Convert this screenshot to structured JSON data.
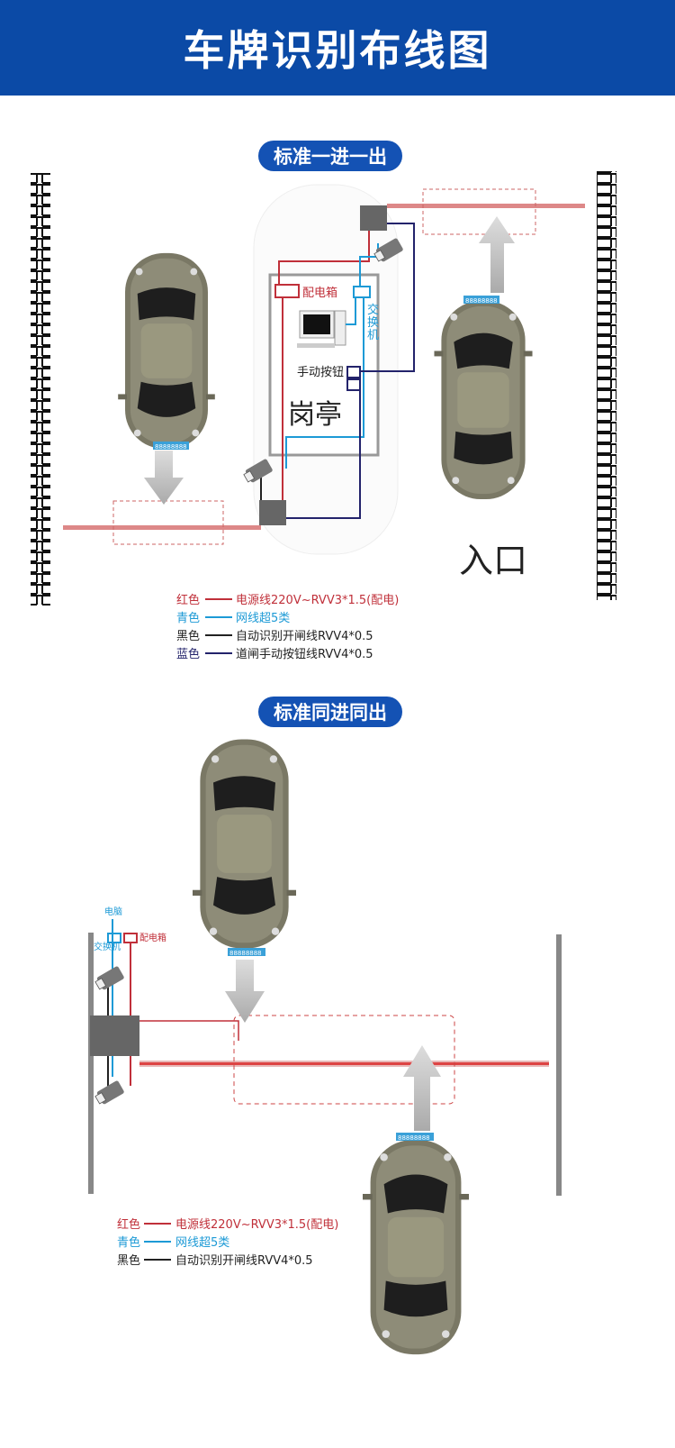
{
  "header": {
    "title": "车牌识别布线图"
  },
  "section1": {
    "title": "标准一进一出",
    "labels": {
      "distribution_box": "配电箱",
      "switch": "交换机",
      "switch_chars": [
        "交",
        "换",
        "机"
      ],
      "manual_button": "手动按钮",
      "booth": "岗亭",
      "entrance": "入口",
      "plate": "88888888"
    },
    "legend": [
      {
        "color_name": "红色",
        "desc": "电源线220V~RVV3*1.5(配电)",
        "color": "#c0303a"
      },
      {
        "color_name": "青色",
        "desc": "网线超5类",
        "color": "#1d9ad6"
      },
      {
        "color_name": "黑色",
        "desc": "自动识别开闸线RVV4*0.5",
        "color": "#222222"
      },
      {
        "color_name": "蓝色",
        "desc": "道闸手动按钮线RVV4*0.5",
        "color": "#23236b"
      }
    ]
  },
  "section2": {
    "title": "标准同进同出",
    "labels": {
      "computer": "电脑",
      "switch": "交换机",
      "distribution_box": "配电箱",
      "plate": "88888888"
    },
    "legend": [
      {
        "color_name": "红色",
        "desc": "电源线220V~RVV3*1.5(配电)",
        "color": "#c0303a"
      },
      {
        "color_name": "青色",
        "desc": "网线超5类",
        "color": "#1d9ad6"
      },
      {
        "color_name": "黑色",
        "desc": "自动识别开闸线RVV4*0.5",
        "color": "#222222"
      }
    ]
  },
  "colors": {
    "header": "#0b4aa6",
    "pill": "#1452b4",
    "car": "#7d7b68"
  }
}
